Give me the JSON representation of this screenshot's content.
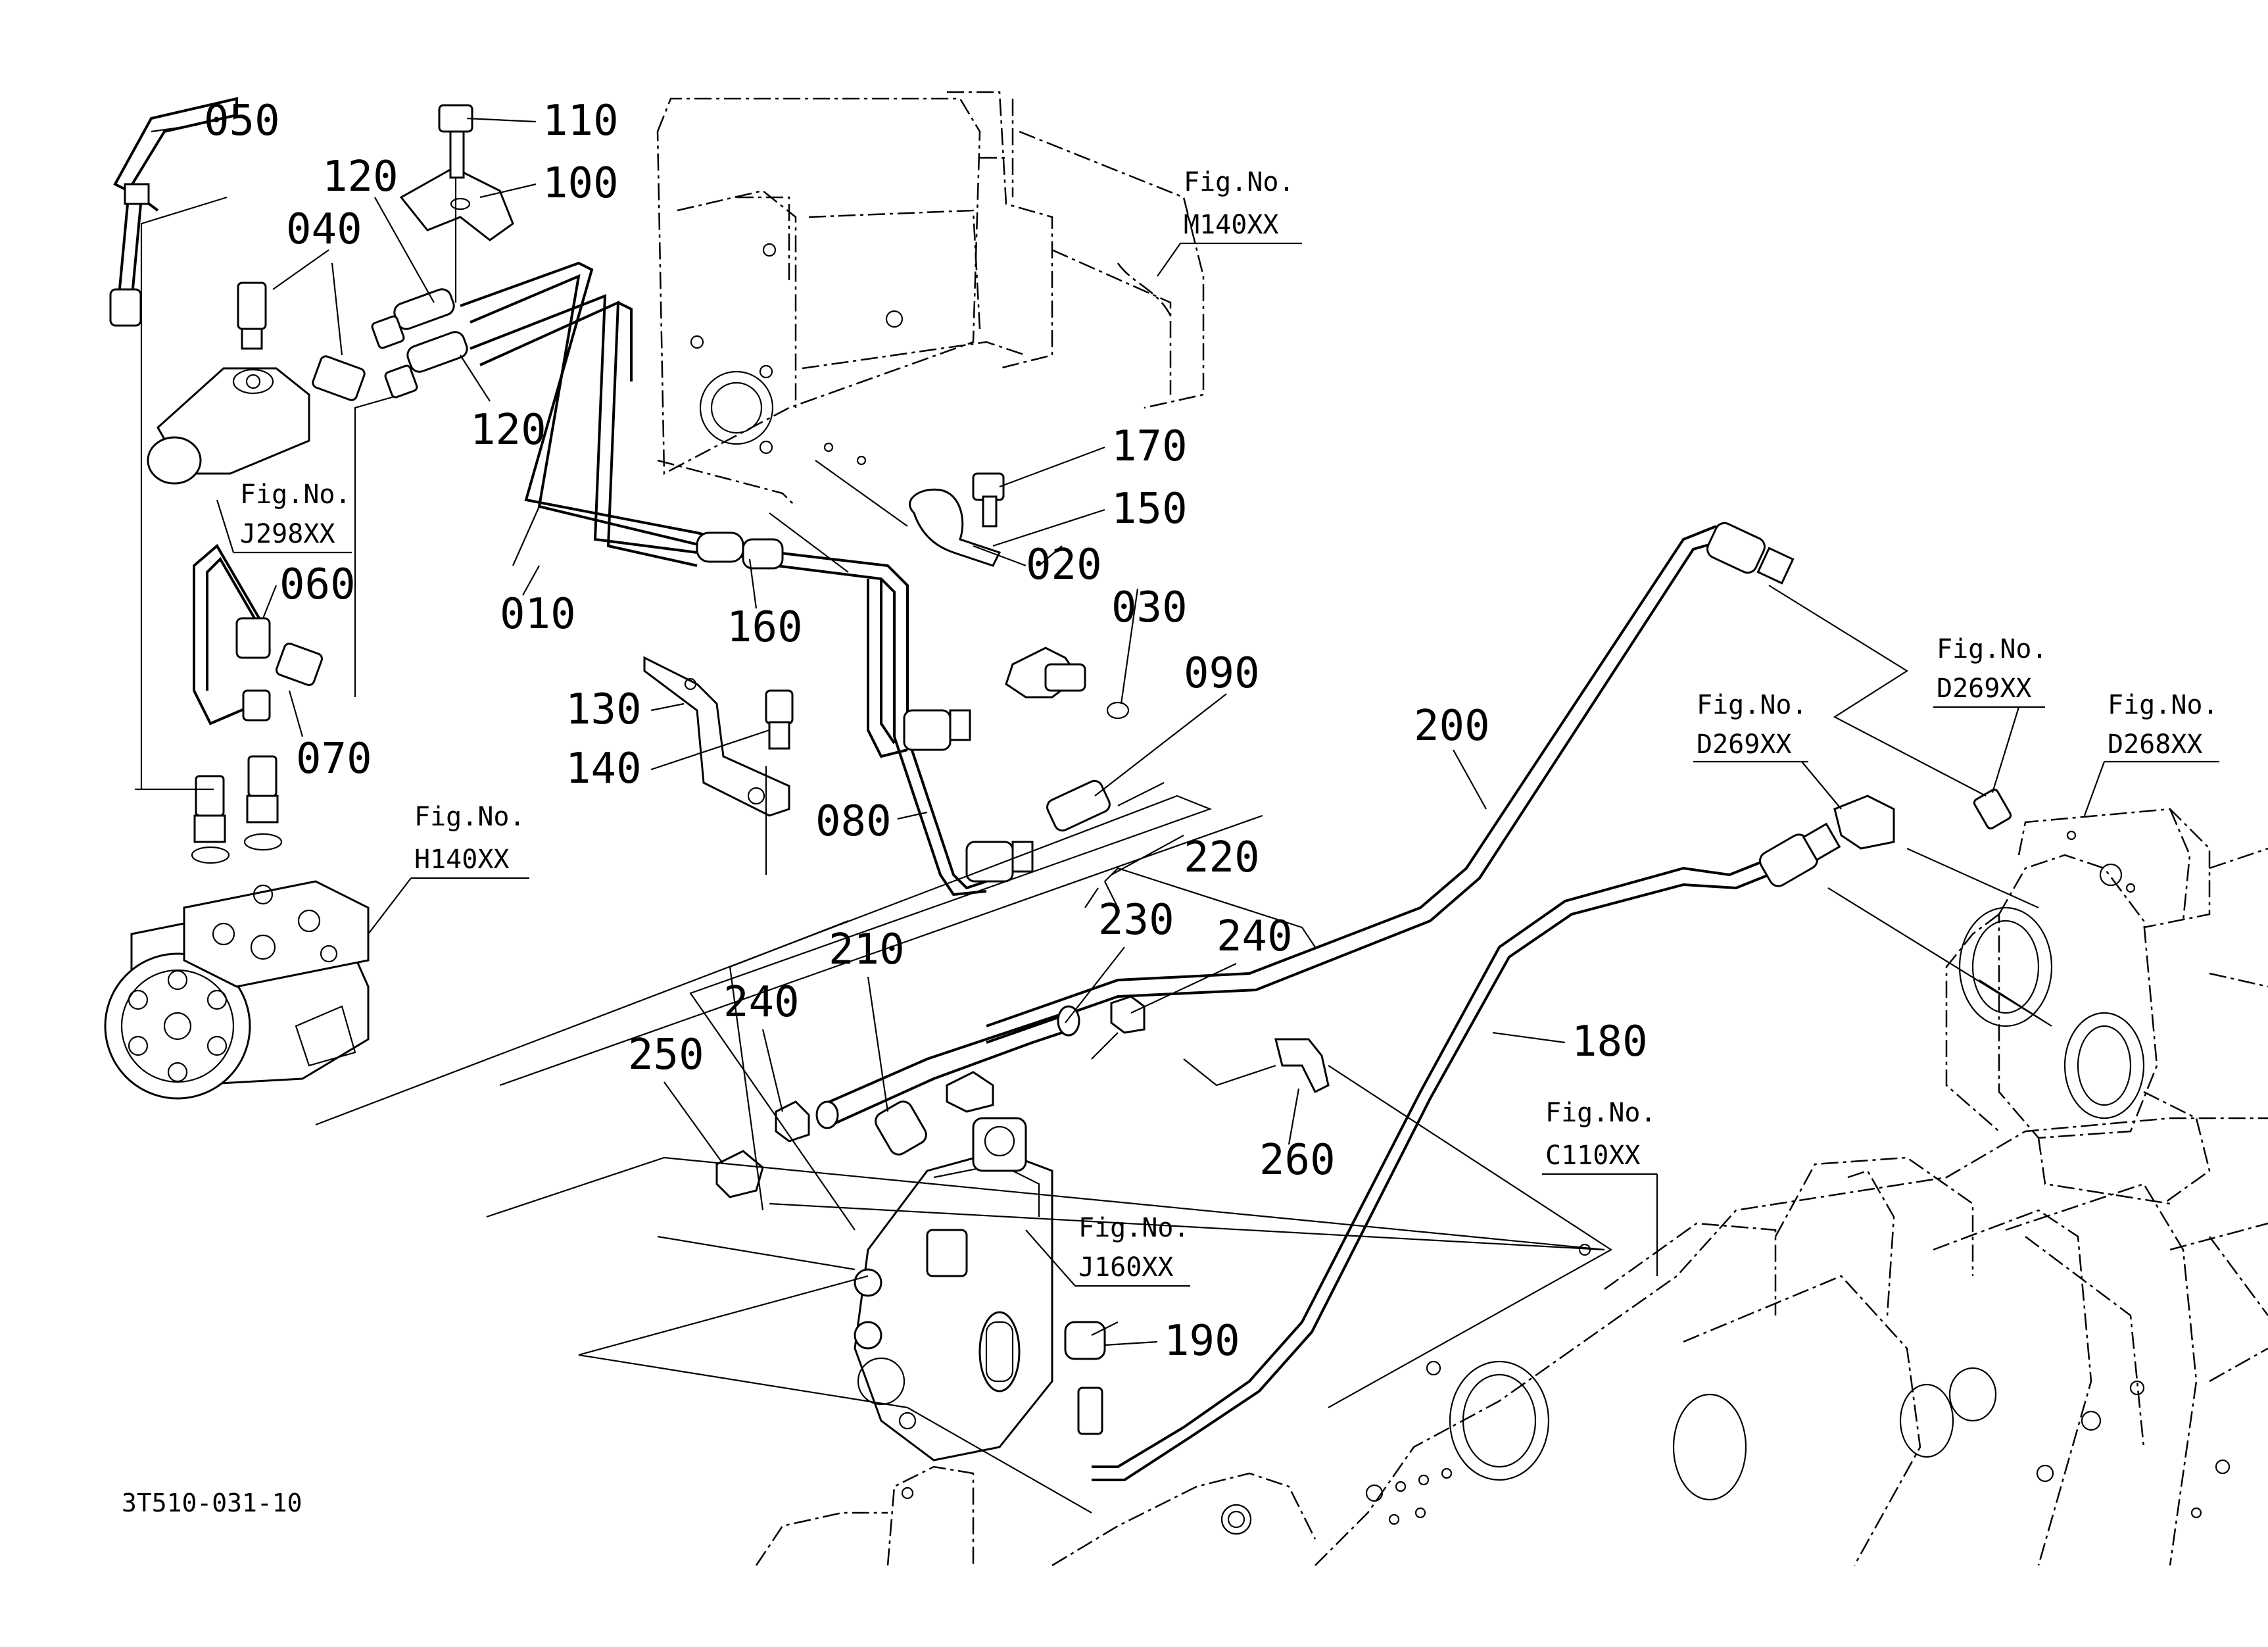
{
  "diagram": {
    "drawing_code": "3T510-031-10",
    "part_numbers": [
      "010",
      "020",
      "030",
      "040",
      "050",
      "060",
      "070",
      "080",
      "090",
      "100",
      "110",
      "120",
      "120",
      "130",
      "140",
      "150",
      "160",
      "170",
      "180",
      "190",
      "200",
      "210",
      "220",
      "230",
      "240",
      "240",
      "250",
      "260"
    ],
    "figure_refs": [
      {
        "prefix": "Fig.No.",
        "code": "M140XX"
      },
      {
        "prefix": "Fig.No.",
        "code": "J298XX"
      },
      {
        "prefix": "Fig.No.",
        "code": "H140XX"
      },
      {
        "prefix": "Fig.No.",
        "code": "D269XX"
      },
      {
        "prefix": "Fig.No.",
        "code": "D269XX"
      },
      {
        "prefix": "Fig.No.",
        "code": "D268XX"
      },
      {
        "prefix": "Fig.No.",
        "code": "C110XX"
      },
      {
        "prefix": "Fig.No.",
        "code": "J160XX"
      }
    ]
  }
}
